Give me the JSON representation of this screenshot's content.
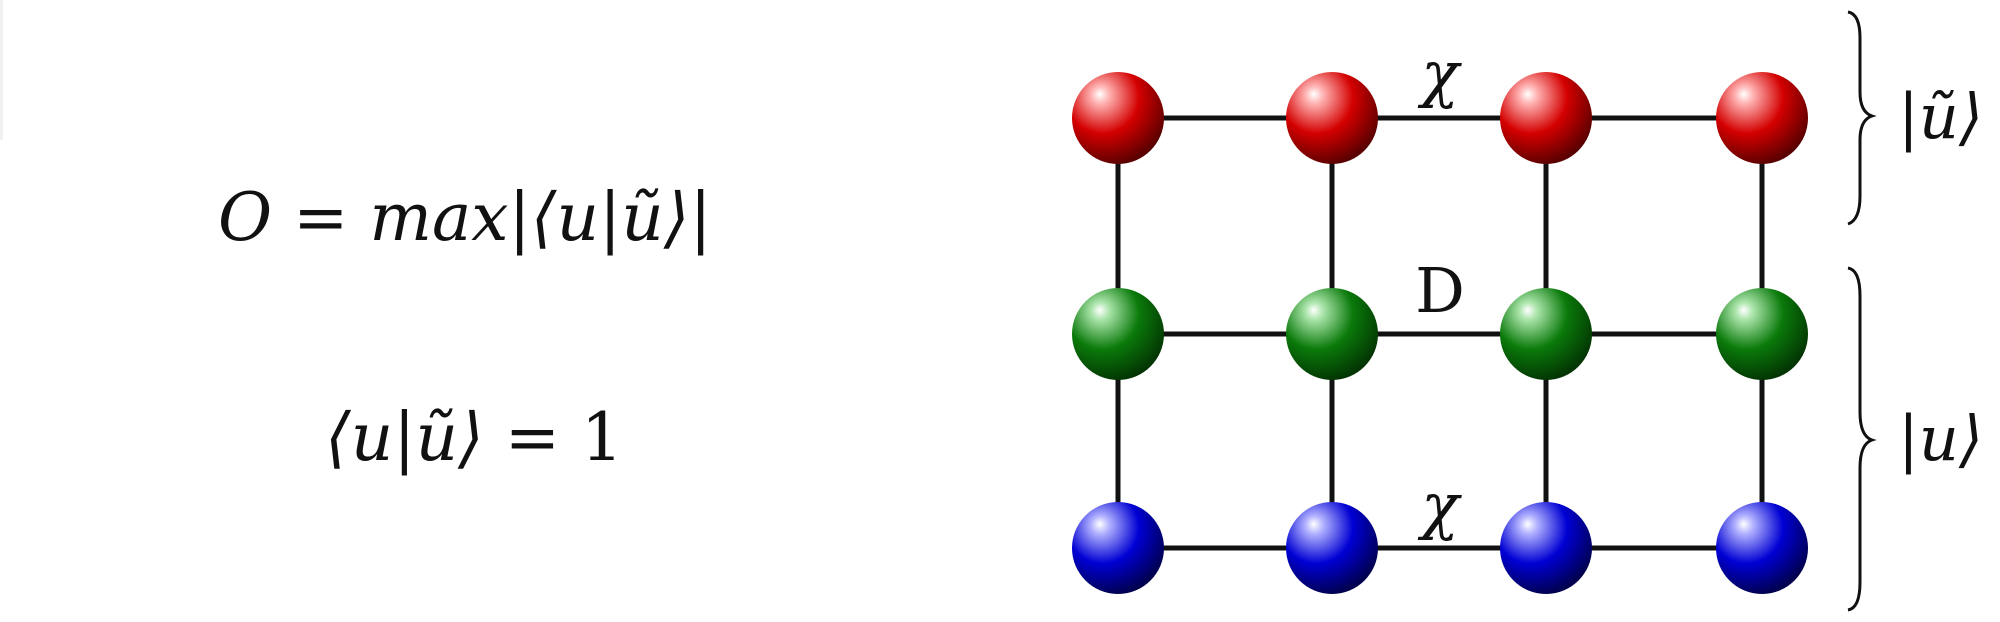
{
  "formulas": {
    "overlap": {
      "lhs": "O",
      "equals": " = ",
      "func": "max",
      "expr": "|⟨u|ũ⟩|"
    },
    "normalization": {
      "expr": "⟨u|ũ⟩",
      "equals": " = ",
      "rhs": "1"
    }
  },
  "diagram": {
    "rows": [
      {
        "id": "top",
        "color": "#d40000",
        "dark": "#5a0000",
        "light": "#ffb0b0",
        "count": 4
      },
      {
        "id": "middle",
        "color": "#0a7a0a",
        "dark": "#033503",
        "light": "#a8e3a8",
        "count": 4
      },
      {
        "id": "bottom",
        "color": "#0000d4",
        "dark": "#00004f",
        "light": "#b0b0ff",
        "count": 4
      }
    ],
    "bond_labels": {
      "top": "χ",
      "middle": "D",
      "bottom": "χ"
    },
    "braces": {
      "top": "|ũ⟩",
      "bottom": "|u⟩"
    }
  }
}
